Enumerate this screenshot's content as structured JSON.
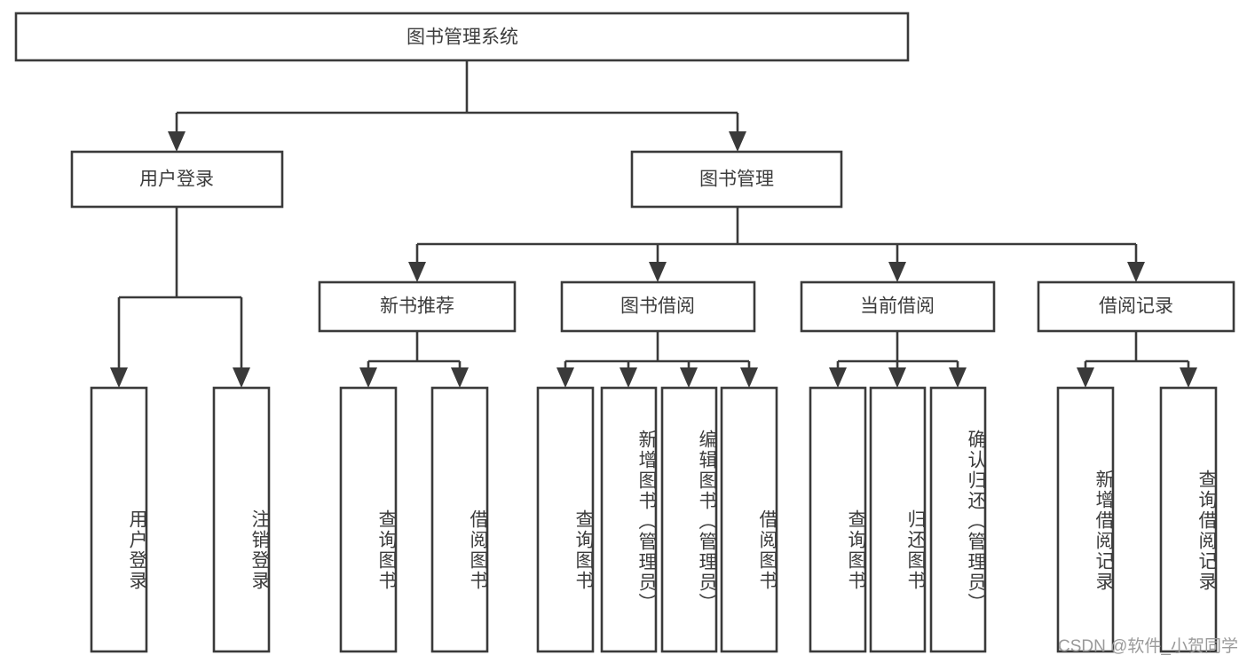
{
  "diagram": {
    "title_node": {
      "id": "root",
      "label": "图书管理系统"
    },
    "level2": [
      {
        "id": "user-login",
        "label": "用户登录"
      },
      {
        "id": "book-management",
        "label": "图书管理"
      }
    ],
    "level3": [
      {
        "id": "new-book-recommend",
        "label": "新书推荐"
      },
      {
        "id": "book-borrow",
        "label": "图书借阅"
      },
      {
        "id": "current-borrow",
        "label": "当前借阅"
      },
      {
        "id": "borrow-record",
        "label": "借阅记录"
      }
    ],
    "leaves": [
      {
        "id": "leaf-user-login",
        "label": "用户登录",
        "parent": "user-login"
      },
      {
        "id": "leaf-logout-login",
        "label": "注销登录",
        "parent": "user-login"
      },
      {
        "id": "leaf-query-book-1",
        "label": "查询图书",
        "parent": "new-book-recommend"
      },
      {
        "id": "leaf-borrow-book-1",
        "label": "借阅图书",
        "parent": "new-book-recommend"
      },
      {
        "id": "leaf-query-book-2",
        "label": "查询图书",
        "parent": "book-borrow"
      },
      {
        "id": "leaf-add-book",
        "label": "新增图书（管理员）",
        "parent": "book-borrow"
      },
      {
        "id": "leaf-edit-book",
        "label": "编辑图书（管理员）",
        "parent": "book-borrow"
      },
      {
        "id": "leaf-borrow-book-2",
        "label": "借阅图书",
        "parent": "book-borrow"
      },
      {
        "id": "leaf-query-book-3",
        "label": "查询图书",
        "parent": "current-borrow"
      },
      {
        "id": "leaf-return-book",
        "label": "归还图书",
        "parent": "current-borrow"
      },
      {
        "id": "leaf-confirm-return",
        "label": "确认归还（管理员）",
        "parent": "current-borrow"
      },
      {
        "id": "leaf-add-record",
        "label": "新增借阅记录",
        "parent": "borrow-record"
      },
      {
        "id": "leaf-query-record",
        "label": "查询借阅记录",
        "parent": "borrow-record"
      }
    ]
  },
  "watermark": {
    "text": "CSDN @软件_小贺同学"
  },
  "colors": {
    "stroke": "#3a3a3a",
    "text": "#3c3c3c",
    "background": "#ffffff",
    "watermark": "#9a9a9a"
  }
}
